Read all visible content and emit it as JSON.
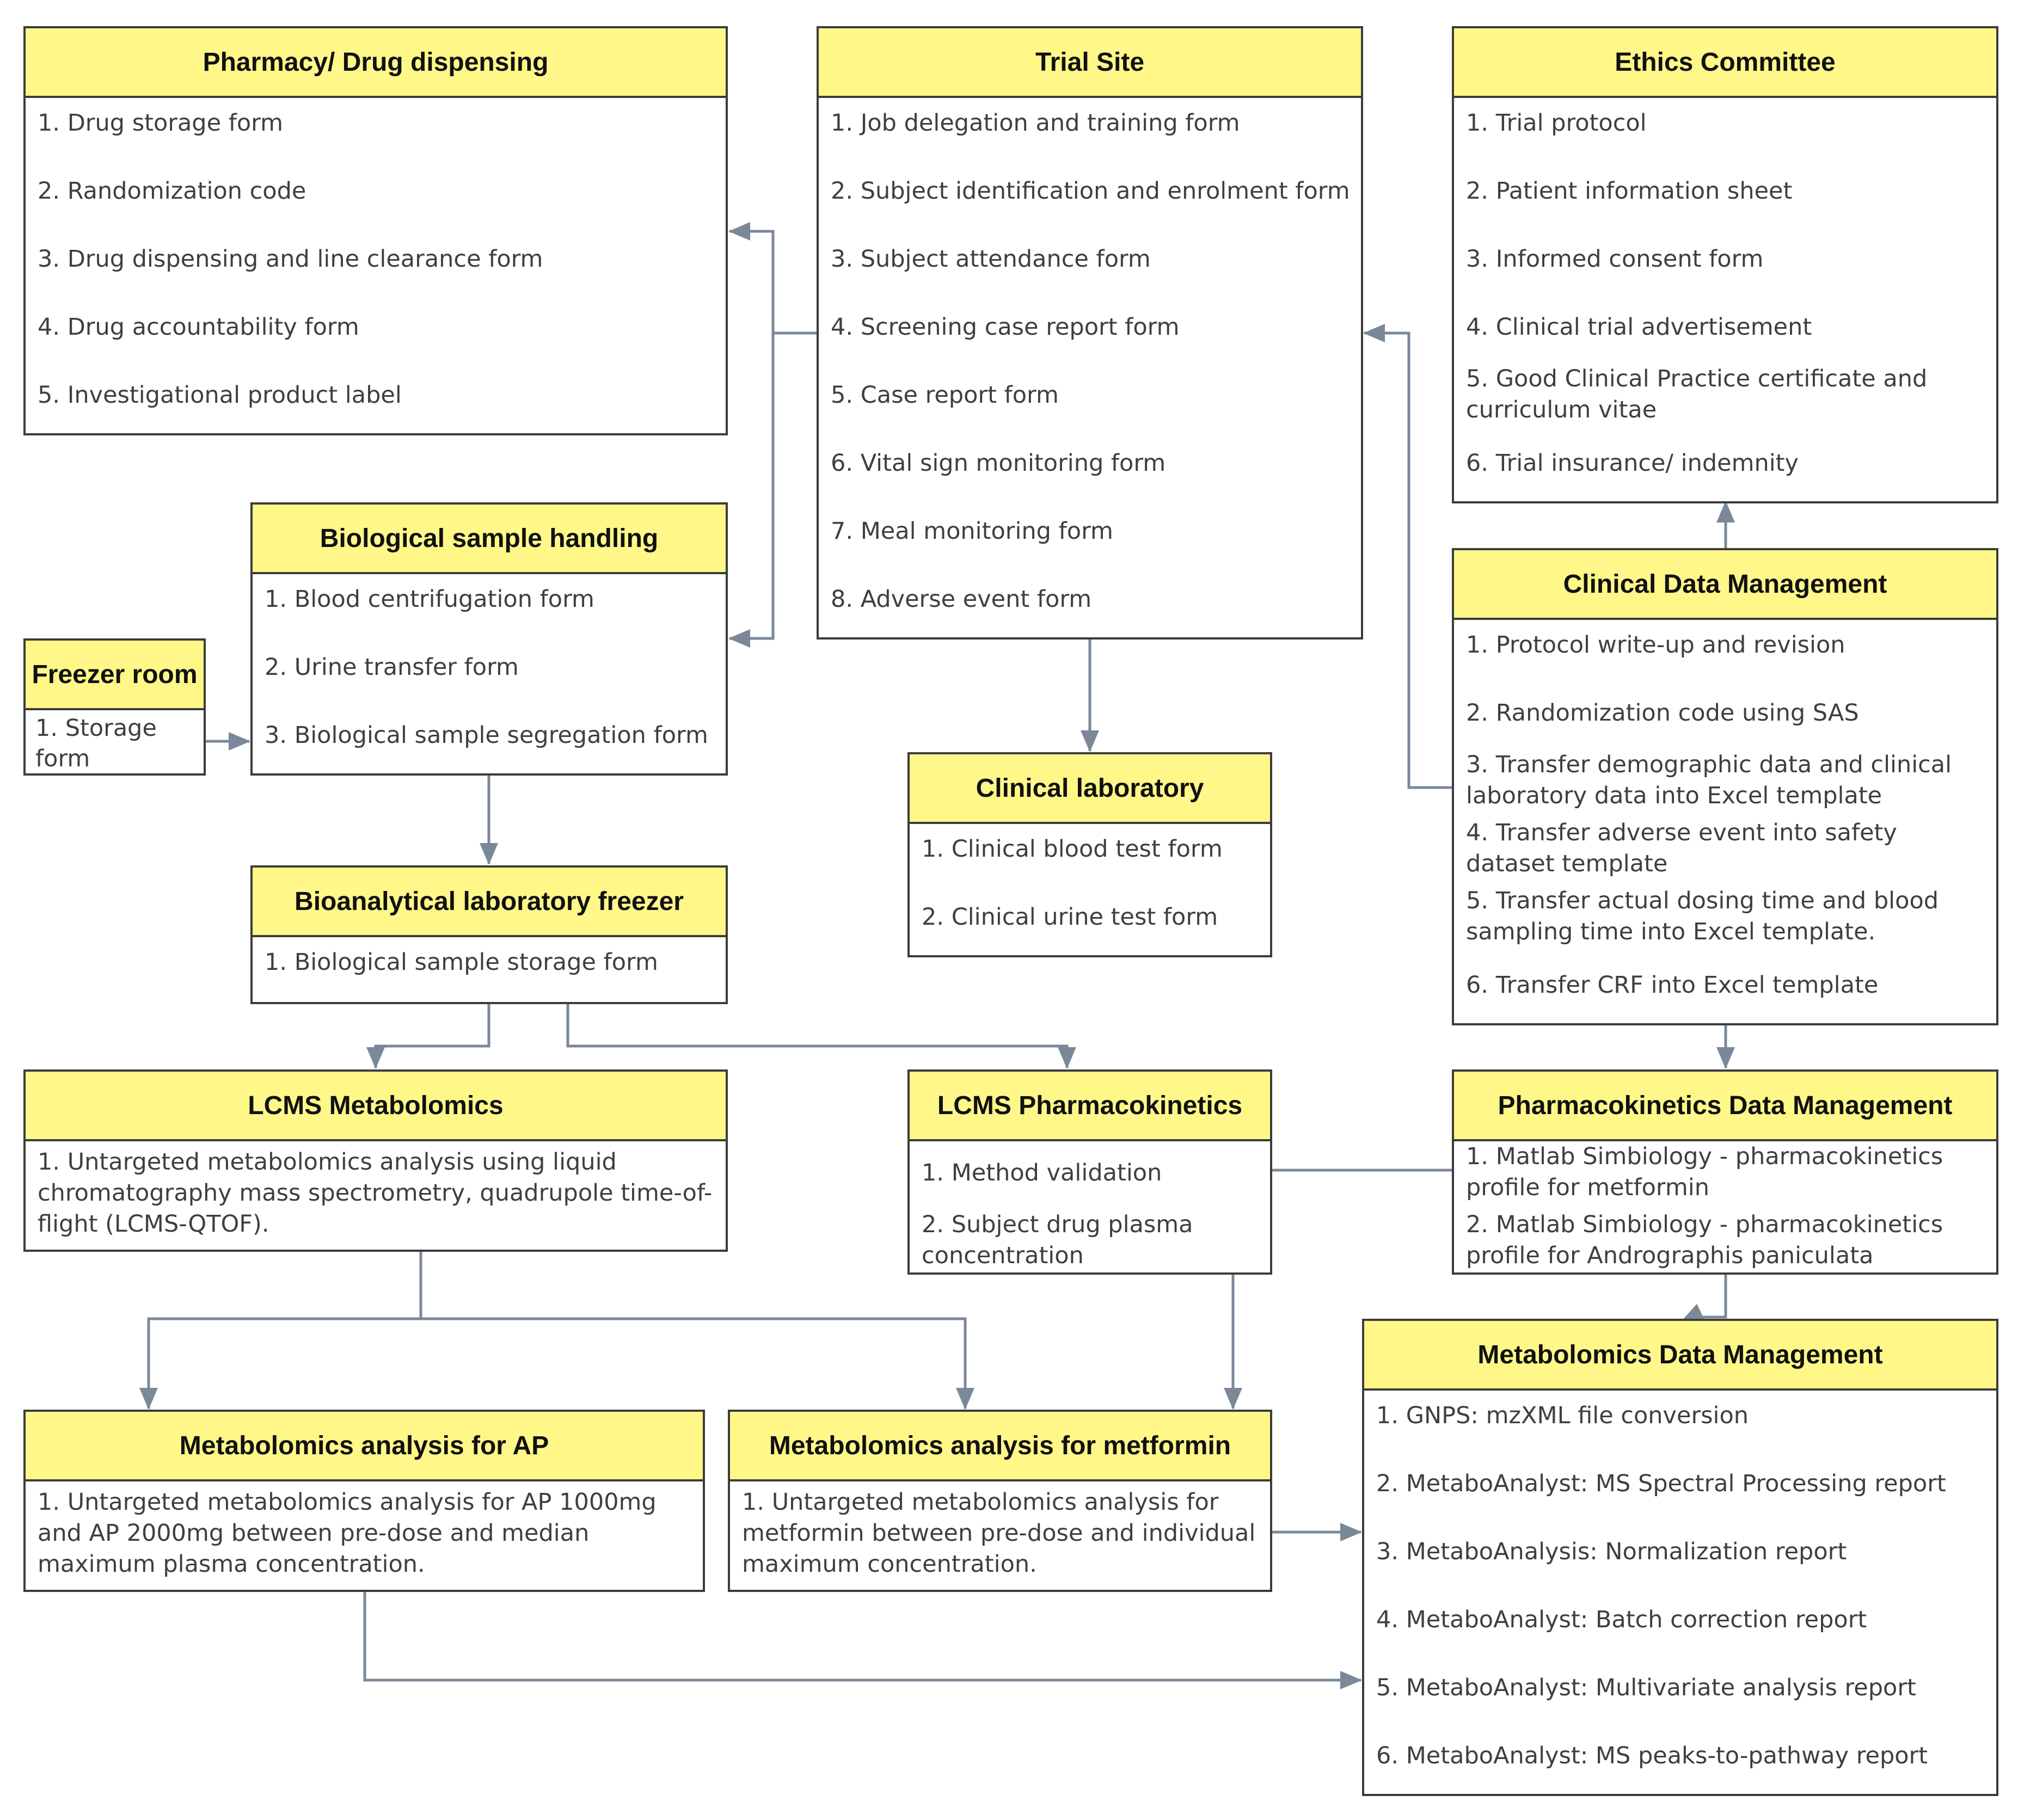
{
  "pharmacy": {
    "title": "Pharmacy/ Drug dispensing",
    "items": [
      "1. Drug storage form",
      "2. Randomization code",
      "3. Drug dispensing and line clearance form",
      "4. Drug accountability form",
      "5. Investigational product label"
    ]
  },
  "trial_site": {
    "title": "Trial Site",
    "items": [
      "1. Job delegation and training form",
      "2. Subject identification and enrolment form",
      "3. Subject attendance form",
      "4. Screening case report form",
      "5. Case report form",
      "6. Vital sign monitoring form",
      "7. Meal monitoring form",
      "8. Adverse event form"
    ]
  },
  "ethics": {
    "title": "Ethics Committee",
    "items": [
      "1. Trial protocol",
      "2. Patient information sheet",
      "3. Informed consent form",
      "4. Clinical trial advertisement",
      "5. Good Clinical Practice certificate and curriculum vitae",
      "6. Trial insurance/ indemnity"
    ]
  },
  "bio_sample": {
    "title": "Biological sample handling",
    "items": [
      "1. Blood centrifugation form",
      "2. Urine transfer form",
      "3. Biological sample segregation form"
    ]
  },
  "freezer_room": {
    "title": "Freezer room",
    "items": [
      "1. Storage form"
    ]
  },
  "clinical_lab": {
    "title": "Clinical laboratory",
    "items": [
      "1. Clinical blood test form",
      "2. Clinical urine test form"
    ]
  },
  "cdm": {
    "title": "Clinical Data Management",
    "items": [
      "1. Protocol write-up and revision",
      "2. Randomization code using SAS",
      "3. Transfer demographic data and clinical laboratory data into Excel template",
      "4. Transfer adverse event into safety dataset template",
      "5. Transfer actual dosing time and blood sampling time into Excel template.",
      "6. Transfer CRF into Excel template"
    ]
  },
  "bioanalytical": {
    "title": "Bioanalytical laboratory freezer",
    "items": [
      "1. Biological sample storage form"
    ]
  },
  "lcms_metab": {
    "title": "LCMS Metabolomics",
    "items": [
      "1. Untargeted metabolomics analysis using liquid chromatography mass spectrometry, quadrupole time-of-flight (LCMS-QTOF)."
    ]
  },
  "lcms_pk": {
    "title": "LCMS Pharmacokinetics",
    "items": [
      "1. Method validation",
      "2. Subject drug plasma concentration"
    ]
  },
  "pk_dm": {
    "title": "Pharmacokinetics Data Management",
    "items": [
      "1. Matlab Simbiology - pharmacokinetics profile for metformin",
      "2. Matlab Simbiology - pharmacokinetics profile for Andrographis paniculata"
    ]
  },
  "metab_dm": {
    "title": "Metabolomics Data Management",
    "items": [
      "1. GNPS: mzXML file conversion",
      "2. MetaboAnalyst: MS Spectral Processing report",
      "3. MetaboAnalysis: Normalization report",
      "4. MetaboAnalyst: Batch correction report",
      "5. MetaboAnalyst: Multivariate analysis report",
      "6. MetaboAnalyst: MS peaks-to-pathway report"
    ]
  },
  "metab_ap": {
    "title": "Metabolomics analysis for AP",
    "items": [
      "1. Untargeted metabolomics analysis for AP 1000mg  and AP 2000mg between pre-dose and median maximum plasma concentration."
    ]
  },
  "metab_met": {
    "title": "Metabolomics analysis for metformin",
    "items": [
      "1. Untargeted metabolomics analysis for metformin between pre-dose and individual maximum concentration."
    ]
  }
}
